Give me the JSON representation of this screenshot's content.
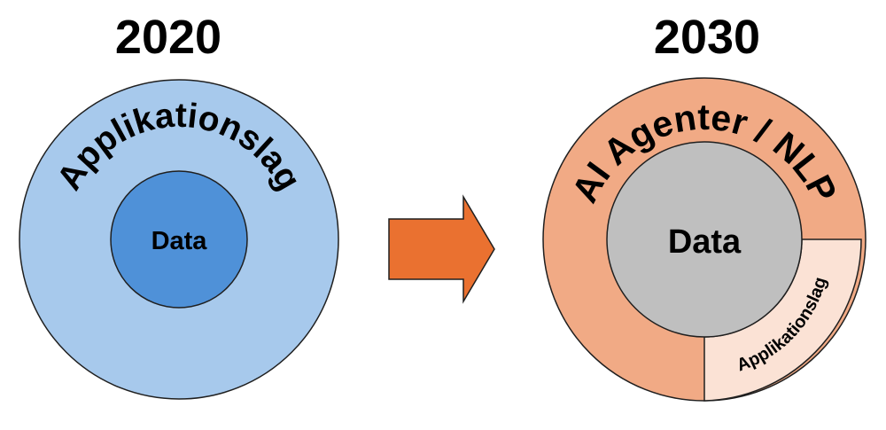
{
  "left": {
    "year": "2020",
    "outer_label": "Applikationslag",
    "inner_label": "Data"
  },
  "right": {
    "year": "2030",
    "outer_label": "AI Agenter / NLP",
    "inner_label": "Data",
    "segment_label": "Applikationslag"
  },
  "colors": {
    "left_outer_fill": "#a7c9ec",
    "left_inner_fill": "#4f91d8",
    "right_outer_fill": "#f1aa85",
    "right_segment_fill": "#fbe2d5",
    "right_inner_fill": "#bfbfbf",
    "arrow_fill": "#ea7130",
    "stroke": "#1f1f1f"
  }
}
